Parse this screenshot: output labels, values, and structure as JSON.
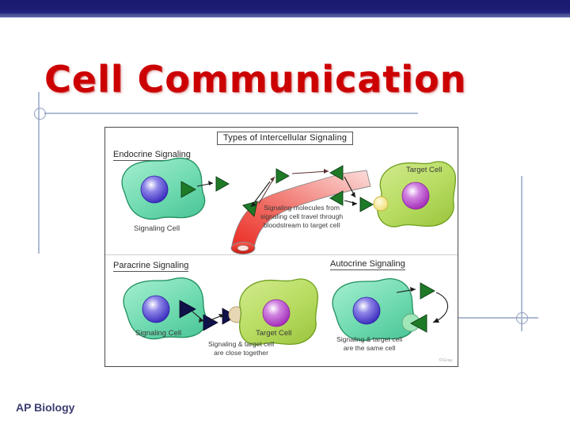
{
  "slide": {
    "title": "Cell Communication",
    "footer": "AP Biology",
    "accent_red": "#cc0000",
    "bar_navy": "#191970",
    "bar_slate": "#464f94",
    "footer_color": "#3d3d72",
    "guide_color": "#aebbd4"
  },
  "diagram": {
    "heading": "Types of Intercellular Signaling",
    "watermark": "©Gray",
    "panels": {
      "endocrine": {
        "title": "Endocrine Signaling",
        "signaling_cell_label": "Signaling Cell",
        "target_cell_label": "Target Cell",
        "note_line1": "Signaling molecules from",
        "note_line2": "signaling cell travel through",
        "note_line3": "bloodstream to target cell"
      },
      "paracrine": {
        "title": "Paracrine Signaling",
        "signaling_cell_label": "Signaling Cell",
        "target_cell_label": "Target Cell",
        "note_line1": "Signaling & target cell",
        "note_line2": "are close together"
      },
      "autocrine": {
        "title": "Autocrine Signaling",
        "note_line1": "Signaling & target cell",
        "note_line2": "are the same cell"
      }
    },
    "colors": {
      "signaling_cell_fill": "#7fddb8",
      "target_cell_fill": "#b9dd6a",
      "nucleus_blue": "#4a3fd0",
      "nucleus_purple": "#b24fc4",
      "ligand_green": "#1f7a28",
      "vessel_red": "#e8312a",
      "receptor_yellow": "#f2e58a"
    }
  }
}
